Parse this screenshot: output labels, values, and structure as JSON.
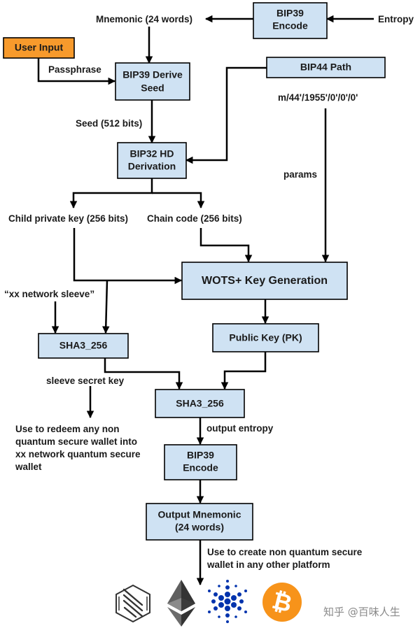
{
  "boxes": {
    "bip39_encode_top": [
      "BIP39",
      "Encode"
    ],
    "user_input": [
      "User Input"
    ],
    "bip39_derive_seed": [
      "BIP39 Derive",
      "Seed"
    ],
    "bip44_path": [
      "BIP44 Path"
    ],
    "bip32_hd": [
      "BIP32 HD",
      "Derivation"
    ],
    "wots": [
      "WOTS+ Key Generation"
    ],
    "sha3_left": [
      "SHA3_256"
    ],
    "public_key": [
      "Public Key (PK)"
    ],
    "sha3_center": [
      "SHA3_256"
    ],
    "bip39_encode_bottom": [
      "BIP39",
      "Encode"
    ],
    "output_mnemonic": [
      "Output Mnemonic",
      "(24 words)"
    ]
  },
  "labels": {
    "entropy": "Entropy",
    "mnemonic_24": "Mnemonic (24 words)",
    "passphrase": "Passphrase",
    "path_value": "m/44'/1955'/0'/0'/0'",
    "seed_512": "Seed (512 bits)",
    "params": "params",
    "child_private_key": "Child private key (256 bits)",
    "chain_code": "Chain code (256 bits)",
    "xx_network_sleeve": "“xx network sleeve”",
    "sleeve_secret_key": "sleeve secret key",
    "redeem_note": [
      "Use to redeem any non",
      "quantum secure wallet into",
      "xx network quantum secure",
      "wallet"
    ],
    "output_entropy": "output entropy",
    "create_note": [
      "Use to create non quantum secure",
      "wallet in any other platform"
    ]
  },
  "logos": [
    {
      "name": "xx-network-logo-icon",
      "color": "#333333"
    },
    {
      "name": "ethereum-logo-icon",
      "color": "#343434"
    },
    {
      "name": "cardano-logo-icon",
      "color": "#0033ad"
    },
    {
      "name": "bitcoin-logo-icon",
      "color": "#f7931a"
    }
  ],
  "watermark": "知乎 @百味人生",
  "colors": {
    "box_fill": "#cfe2f3",
    "user_input_fill": "#f79a2c",
    "line": "#000000"
  }
}
